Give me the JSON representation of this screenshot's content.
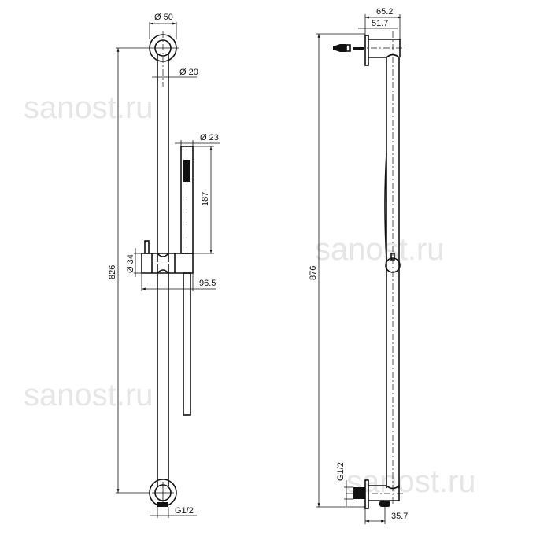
{
  "watermark": "sanost.ru",
  "front_view": {
    "dim_bracket_diameter": "Ø 50",
    "dim_rail_diameter": "Ø 20",
    "dim_handshower_diameter": "Ø 23",
    "dim_handshower_length": "187",
    "dim_slider_diameter": "Ø 34",
    "dim_slider_projection": "96.5",
    "dim_total_centers": "826",
    "dim_outlet_thread": "G1/2"
  },
  "side_view": {
    "dim_total_projection": "65.2",
    "dim_rail_axis_projection": "51.7",
    "dim_total_height": "876",
    "dim_outlet_thread": "G1/2",
    "dim_outlet_projection": "35.7"
  }
}
